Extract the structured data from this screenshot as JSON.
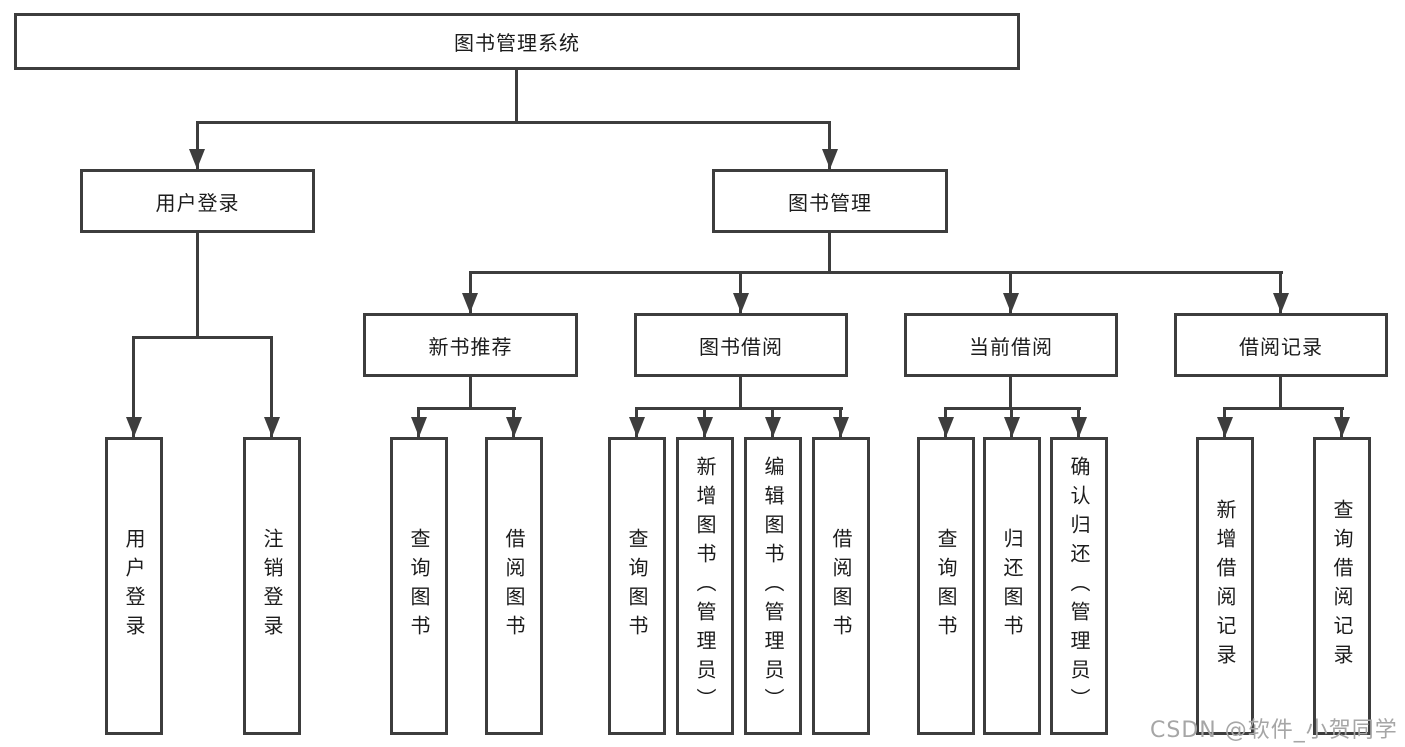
{
  "diagram": {
    "root": {
      "label": "图书管理系统"
    },
    "branches": [
      {
        "label": "用户登录",
        "children": [
          {
            "label": "用户登录"
          },
          {
            "label": "注销登录"
          }
        ]
      },
      {
        "label": "图书管理",
        "children": [
          {
            "label": "新书推荐",
            "children": [
              {
                "label": "查询图书"
              },
              {
                "label": "借阅图书"
              }
            ]
          },
          {
            "label": "图书借阅",
            "children": [
              {
                "label": "查询图书"
              },
              {
                "label": "新增图书（管理员）"
              },
              {
                "label": "编辑图书（管理员）"
              },
              {
                "label": "借阅图书"
              }
            ]
          },
          {
            "label": "当前借阅",
            "children": [
              {
                "label": "查询图书"
              },
              {
                "label": "归还图书"
              },
              {
                "label": "确认归还（管理员）"
              }
            ]
          },
          {
            "label": "借阅记录",
            "children": [
              {
                "label": "新增借阅记录"
              },
              {
                "label": "查询借阅记录"
              }
            ]
          }
        ]
      }
    ],
    "watermark": "CSDN @软件_小贺同学",
    "colors": {
      "line": "#3d3d3d",
      "text": "#1c1c1c",
      "watermark": "#a6a6a6",
      "background": "#ffffff"
    }
  }
}
